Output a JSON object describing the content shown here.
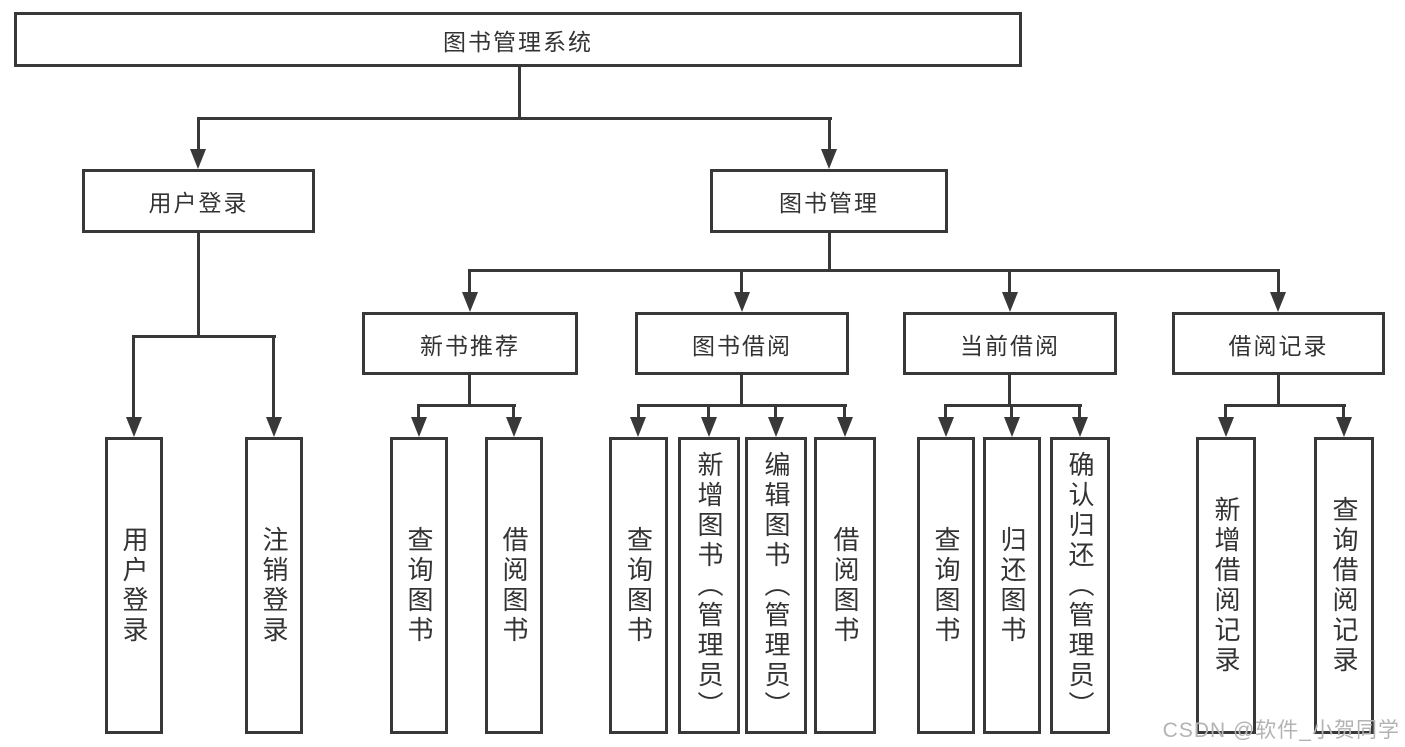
{
  "colors": {
    "line": "#383838",
    "text": "#333333",
    "watermark": "#b3b3b3"
  },
  "tree": {
    "root": "图书管理系统",
    "branches": [
      {
        "label": "用户登录",
        "children": [
          "用户登录",
          "注销登录"
        ]
      },
      {
        "label": "图书管理",
        "children": [
          {
            "label": "新书推荐",
            "children": [
              "查询图书",
              "借阅图书"
            ]
          },
          {
            "label": "图书借阅",
            "children": [
              "查询图书",
              "新增图书（管理员）",
              "编辑图书（管理员）",
              "借阅图书"
            ]
          },
          {
            "label": "当前借阅",
            "children": [
              "查询图书",
              "归还图书",
              "确认归还（管理员）"
            ]
          },
          {
            "label": "借阅记录",
            "children": [
              "新增借阅记录",
              "查询借阅记录"
            ]
          }
        ]
      }
    ]
  },
  "watermark": "CSDN @软件_小贺同学"
}
